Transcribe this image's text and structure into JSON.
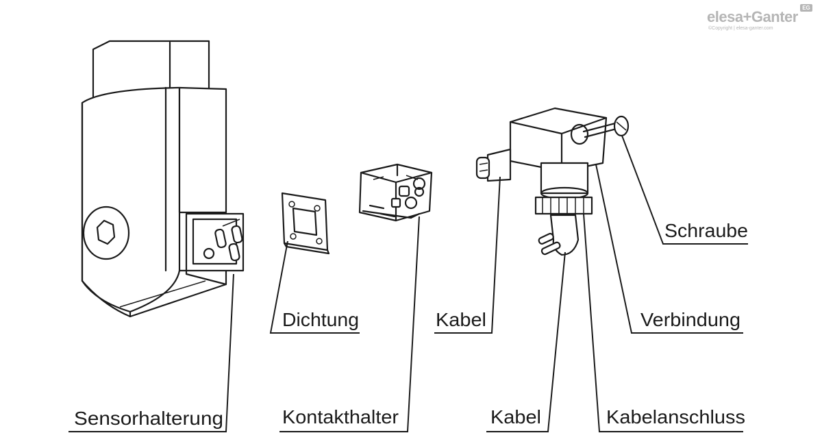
{
  "logo": {
    "wordmark": "elesa+Ganter",
    "copyright": "©Copyright | elesa-ganter.com",
    "badge": "EG"
  },
  "labels": {
    "sensorhalterung": "Sensorhalterung",
    "dichtung": "Dichtung",
    "kontakthalter": "Kontakthalter",
    "kabel_upper": "Kabel",
    "kabel_lower": "Kabel",
    "kabelanschluss": "Kabelanschluss",
    "verbindung": "Verbindung",
    "schraube": "Schraube"
  }
}
